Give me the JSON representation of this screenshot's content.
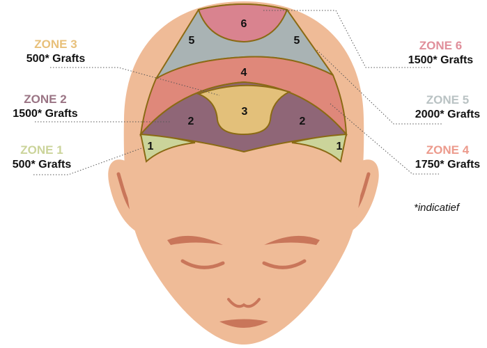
{
  "zones": [
    {
      "name": "ZONE 1",
      "grafts": "500* Grafts",
      "number": "1",
      "color": "#cbd49a",
      "label_color": "#cbd49a"
    },
    {
      "name": "ZONE 2",
      "grafts": "1500* Grafts",
      "number": "2",
      "color": "#8f6677",
      "label_color": "#9a7484"
    },
    {
      "name": "ZONE 3",
      "grafts": "500* Grafts",
      "number": "3",
      "color": "#e3c07a",
      "label_color": "#e8c07a"
    },
    {
      "name": "ZONE 4",
      "grafts": "1750* Grafts",
      "number": "4",
      "color": "#df887a",
      "label_color": "#ec9a8c"
    },
    {
      "name": "ZONE 5",
      "grafts": "2000* Grafts",
      "number": "5",
      "color": "#a9b3b4",
      "label_color": "#b9c2c3"
    },
    {
      "name": "ZONE 6",
      "grafts": "1500* Grafts",
      "number": "6",
      "color": "#d9838f",
      "label_color": "#e08e9a"
    }
  ],
  "note": "*indicatief",
  "colors": {
    "skin": "#efbb97",
    "skin_dark": "#c9765a",
    "outline": "#8a6a14"
  }
}
